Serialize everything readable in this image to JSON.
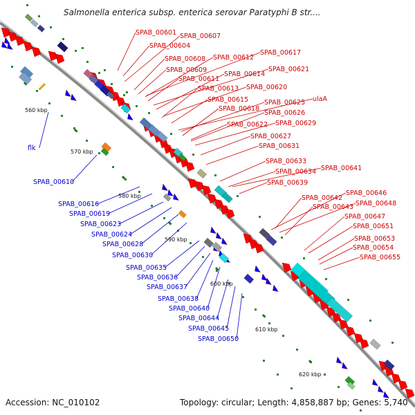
{
  "title": "Salmonella enterica subsp. enterica serovar Paratyphi B str....",
  "footer": {
    "accession": "Accession: NC_010102",
    "summary": "Topology: circular; Length: 4,858,887 bp; Genes: 5,740"
  },
  "colors": {
    "forward_label": "#cc0000",
    "reverse_label": "#0000cc",
    "backbone": "#808080",
    "forward_gene": "#ff0000",
    "reverse_gene": "#0000ff",
    "rna": "#00e5e5",
    "tick_dot": "#2a8a2a"
  },
  "ticks": [
    {
      "label": "560 kbp"
    },
    {
      "label": "570 kbp"
    },
    {
      "label": "580 kbp"
    },
    {
      "label": "590 kbp"
    },
    {
      "label": "600 kbp"
    },
    {
      "label": "610 kbp"
    },
    {
      "label": "620 kbp"
    }
  ],
  "forward_labels": [
    {
      "text": "SPAB_00601"
    },
    {
      "text": "SPAB_00607"
    },
    {
      "text": "SPAB_00604"
    },
    {
      "text": "SPAB_00608"
    },
    {
      "text": "SPAB_00612"
    },
    {
      "text": "SPAB_00617"
    },
    {
      "text": "SPAB_00609"
    },
    {
      "text": "SPAB_00614"
    },
    {
      "text": "SPAB_00621"
    },
    {
      "text": "SPAB_00611"
    },
    {
      "text": "SPAB_00613"
    },
    {
      "text": "SPAB_00620"
    },
    {
      "text": "SPAB_00615"
    },
    {
      "text": "SPAB_00625"
    },
    {
      "text": "ulaA"
    },
    {
      "text": "SPAB_00618"
    },
    {
      "text": "SPAB_00626"
    },
    {
      "text": "SPAB_00622"
    },
    {
      "text": "SPAB_00629"
    },
    {
      "text": "SPAB_00627"
    },
    {
      "text": "SPAB_00631"
    },
    {
      "text": "SPAB_00633"
    },
    {
      "text": "SPAB_00634"
    },
    {
      "text": "SPAB_00641"
    },
    {
      "text": "SPAB_00639"
    },
    {
      "text": "SPAB_00646"
    },
    {
      "text": "SPAB_00642"
    },
    {
      "text": "SPAB_00648"
    },
    {
      "text": "SPAB_00643"
    },
    {
      "text": "SPAB_00647"
    },
    {
      "text": "SPAB_00651"
    },
    {
      "text": "SPAB_00653"
    },
    {
      "text": "SPAB_00654"
    },
    {
      "text": "SPAB_00655"
    }
  ],
  "reverse_labels": [
    {
      "text": "flk"
    },
    {
      "text": "SPAB_00610"
    },
    {
      "text": "SPAB_00616"
    },
    {
      "text": "SPAB_00619"
    },
    {
      "text": "SPAB_00623"
    },
    {
      "text": "SPAB_00624"
    },
    {
      "text": "SPAB_00628"
    },
    {
      "text": "SPAB_00630"
    },
    {
      "text": "SPAB_00635"
    },
    {
      "text": "SPAB_00636"
    },
    {
      "text": "SPAB_00637"
    },
    {
      "text": "SPAB_00638"
    },
    {
      "text": "SPAB_00640"
    },
    {
      "text": "SPAB_00644"
    },
    {
      "text": "SPAB_00645"
    },
    {
      "text": "SPAB_00650"
    }
  ]
}
